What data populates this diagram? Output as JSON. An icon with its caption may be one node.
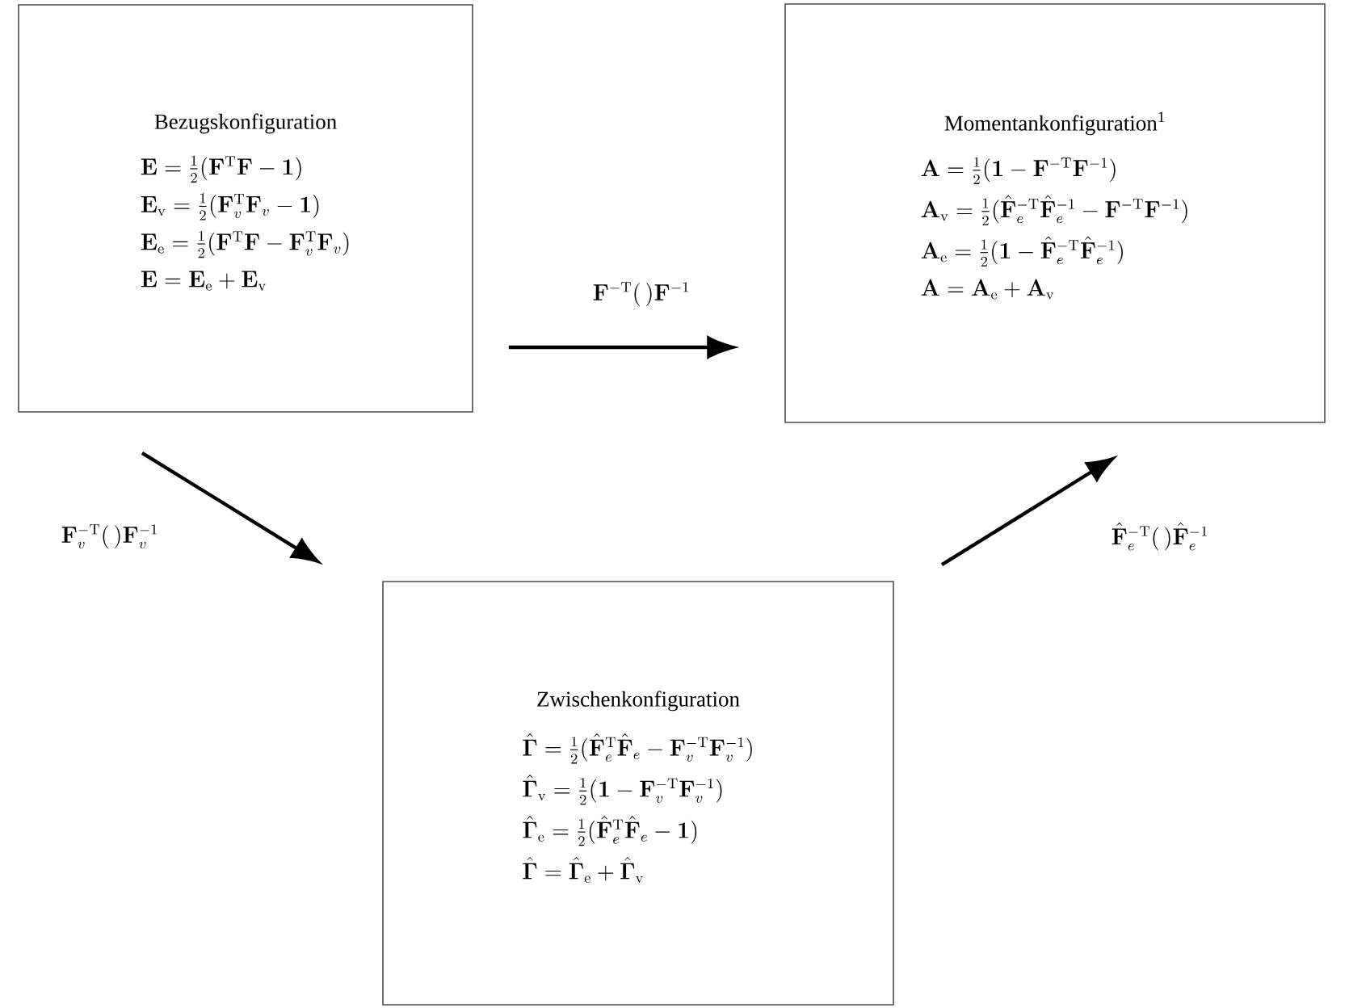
{
  "diagram": {
    "nodes": [
      {
        "text": [
          "Bezugskonfiguration",
          "\\mathbf{E}=\\tfrac{1}{2}(\\mathbf{F}^{\\mathrm{T}}\\mathbf{F}-\\mathbf{1})",
          "\\mathbf{E}_{\\mathrm{v}}=\\tfrac{1}{2}(\\mathbf{F}_{v}^{\\mathrm{T}}\\mathbf{F}_{v}-\\mathbf{1})",
          "\\mathbf{E}_{\\mathrm{e}}=\\tfrac{1}{2}(\\mathbf{F}^{\\mathrm{T}}\\mathbf{F}-\\mathbf{F}_{v}^{\\mathrm{T}}\\mathbf{F}_{v})",
          "\\mathbf{E}=\\mathbf{E}_{\\mathrm{e}}+\\mathbf{E}_{\\mathrm{v}}"
        ]
      },
      {
        "text": [
          "Momentankonfiguration$^{1}$",
          "\\mathbf{A}=\\tfrac{1}{2}(\\mathbf{1}-\\mathbf{F}^{-\\mathrm{T}}\\mathbf{F}^{-1})",
          "\\mathbf{A}_{\\mathrm{v}}=\\tfrac{1}{2}(\\hat{\\mathbf{F}}_{e}^{-\\mathrm{T}}\\hat{\\mathbf{F}}_{e}^{-1}-\\mathbf{F}^{-\\mathrm{T}}\\mathbf{F}^{-1})",
          "\\mathbf{A}_{\\mathrm{e}}=\\tfrac{1}{2}(\\mathbf{1}-\\hat{\\mathbf{F}}_{e}^{-\\mathrm{T}}\\hat{\\mathbf{F}}_{e}^{-1})",
          "\\mathbf{A}=\\mathbf{A}_{\\mathrm{e}}+\\mathbf{A}_{\\mathrm{v}}"
        ]
      },
      {
        "text": [
          "Zwischenkonfiguration",
          "\\hat{\\mathbf{\\Gamma}}=\\tfrac{1}{2}(\\hat{\\mathbf{F}}_{e}^{\\mathrm{T}}\\hat{\\mathbf{F}}_{e}-\\mathbf{F}_{v}^{-\\mathrm{T}}\\mathbf{F}_{v}^{-1})",
          "\\hat{\\mathbf{\\Gamma}}_{\\mathrm{v}}=\\tfrac{1}{2}(\\mathbf{1}-\\mathbf{F}_{v}^{-\\mathrm{T}}\\mathbf{F}_{v}^{-1})",
          "\\hat{\\mathbf{\\Gamma}}_{\\mathrm{e}}=\\tfrac{1}{2}(\\hat{\\mathbf{F}}_{e}^{\\mathrm{T}}\\hat{\\mathbf{F}}_{e}-\\mathbf{1})",
          "\\hat{\\mathbf{\\Gamma}}=\\hat{\\mathbf{\\Gamma}}_{\\mathrm{e}}+\\hat{\\mathbf{\\Gamma}}_{\\mathrm{v}}"
        ]
      }
    ],
    "edges": [
      {
        "from": 0,
        "to": 1,
        "arrow": "to",
        "label": "\\mathbf{F}^{-\\mathrm{T}}(\\,)\\mathbf{F}^{-1}"
      },
      {
        "from": 0,
        "to": 2,
        "arrow": "to",
        "label": "\\mathbf{F}_{v}^{-\\mathrm{T}}(\\,)\\mathbf{F}_{v}^{-1}"
      },
      {
        "from": 2,
        "to": 1,
        "arrow": "to",
        "label": "\\hat{\\mathbf{F}}_{e}^{-\\mathrm{T}}(\\,)\\hat{\\mathbf{F}}_{e}^{-1}"
      }
    ]
  }
}
